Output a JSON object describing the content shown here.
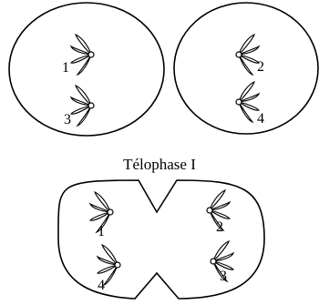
{
  "stage_label": "Télophase I",
  "top_left_cell": {
    "chromosome_labels": [
      "1",
      "3"
    ]
  },
  "top_right_cell": {
    "chromosome_labels": [
      "2",
      "4"
    ]
  },
  "bottom_cell": {
    "chromosome_labels": [
      "1",
      "2",
      "4",
      "3"
    ]
  },
  "colors": {
    "line": "#000000",
    "background": "#ffffff"
  },
  "icons": {
    "chromosome": "chromosome-fan-icon"
  }
}
